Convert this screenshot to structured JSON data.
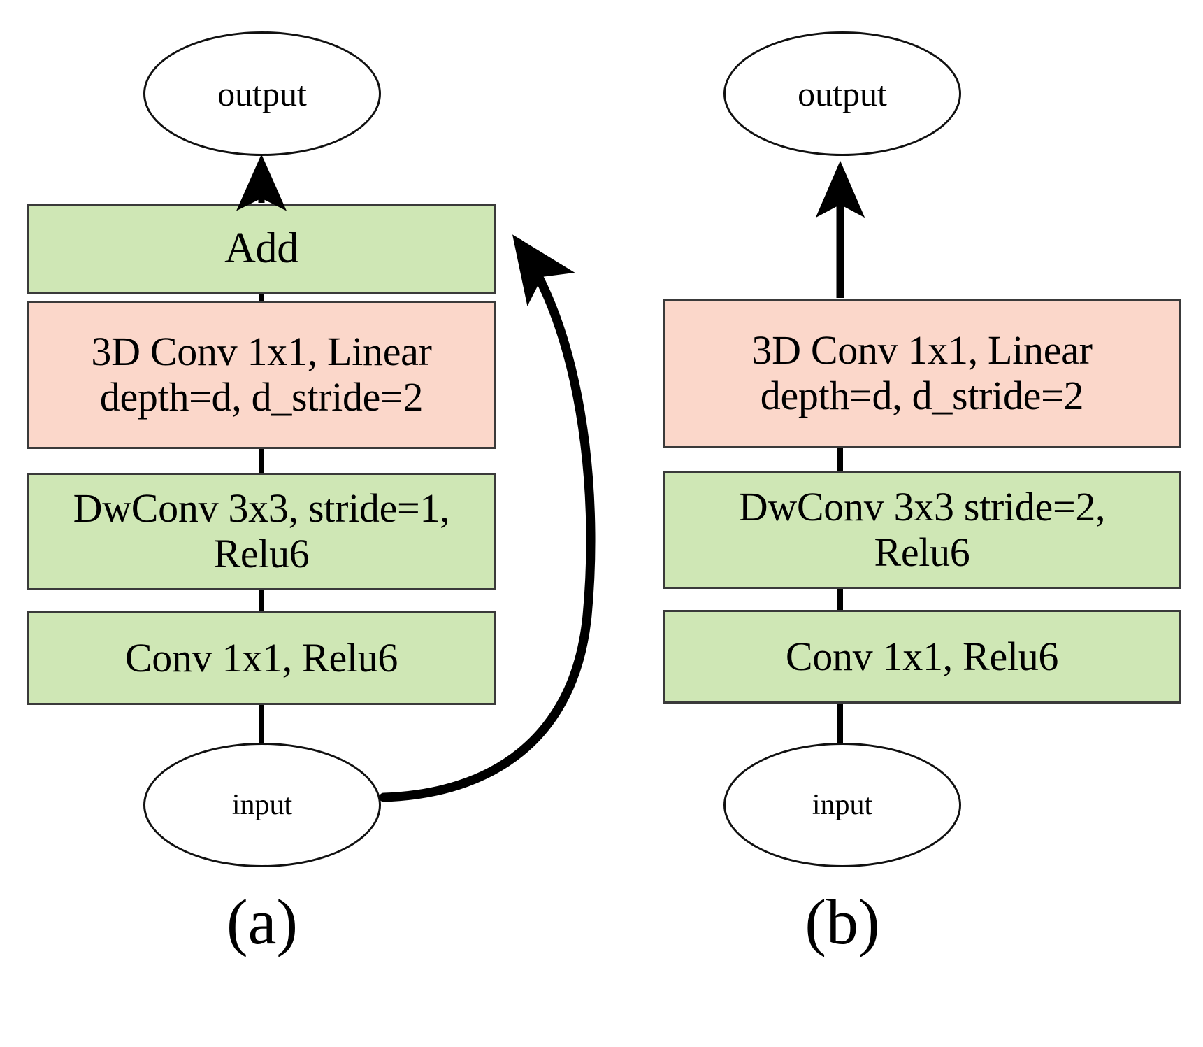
{
  "figure": {
    "type": "block-diagram",
    "description": "Two inverted residual bottleneck block variants",
    "colors": {
      "green_block": "#cfe7b5",
      "pink_block": "#fbd7ca",
      "border": "#3a3a3a",
      "ellipse_border": "#111111",
      "arrow": "#000000",
      "background": "#ffffff"
    }
  },
  "panels": [
    {
      "id": "a",
      "label": "(a)",
      "output_node": "output",
      "input_node": "input",
      "blocks": [
        {
          "id": "add",
          "text": "Add",
          "color": "green"
        },
        {
          "id": "conv3d",
          "text": "3D Conv 1x1, Linear\ndepth=d, d_stride=2",
          "color": "pink"
        },
        {
          "id": "dwconv",
          "text": "DwConv 3x3, stride=1,\nRelu6",
          "color": "green"
        },
        {
          "id": "conv1x1",
          "text": "Conv 1x1, Relu6",
          "color": "green"
        }
      ],
      "has_residual_skip": true,
      "skip_from": "input",
      "skip_to": "add"
    },
    {
      "id": "b",
      "label": "(b)",
      "output_node": "output",
      "input_node": "input",
      "blocks": [
        {
          "id": "conv3d",
          "text": "3D Conv 1x1, Linear\ndepth=d, d_stride=2",
          "color": "pink"
        },
        {
          "id": "dwconv",
          "text": "DwConv 3x3 stride=2,\nRelu6",
          "color": "green"
        },
        {
          "id": "conv1x1",
          "text": "Conv 1x1, Relu6",
          "color": "green"
        }
      ],
      "has_residual_skip": false
    }
  ],
  "a": {
    "output_label": "output",
    "input_label": "input",
    "add_label": "Add",
    "conv3d_line1": "3D Conv 1x1, Linear",
    "conv3d_line2": "depth=d, d_stride=2",
    "dwconv_line1": "DwConv 3x3, stride=1,",
    "dwconv_line2": "Relu6",
    "conv1x1_label": "Conv 1x1, Relu6",
    "panel_label": "(a)"
  },
  "b": {
    "output_label": "output",
    "input_label": "input",
    "conv3d_line1": "3D Conv 1x1, Linear",
    "conv3d_line2": "depth=d, d_stride=2",
    "dwconv_line1": "DwConv 3x3 stride=2,",
    "dwconv_line2": "Relu6",
    "conv1x1_label": "Conv 1x1, Relu6",
    "panel_label": "(b)"
  }
}
